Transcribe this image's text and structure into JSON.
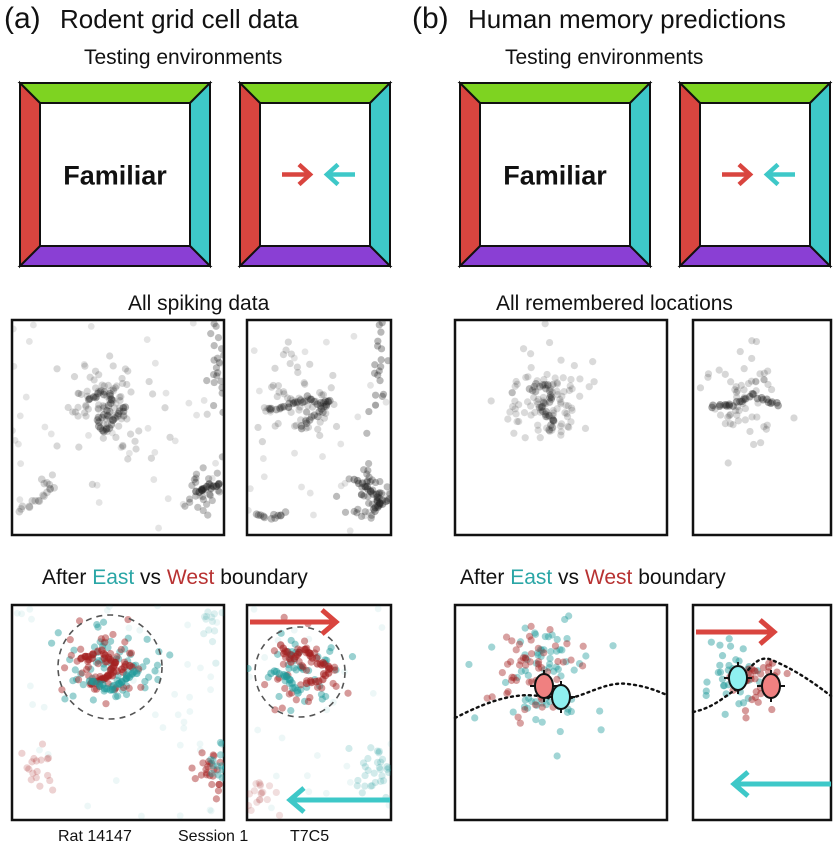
{
  "panels": {
    "a": {
      "letter": "(a)",
      "title": "Rodent grid cell data",
      "testing_label": "Testing environments",
      "env_label": "Familiar",
      "spiking_label": "All spiking data",
      "boundary_label": {
        "prefix": "After ",
        "east": "East",
        "vs": " vs ",
        "west": "West",
        "suffix": " boundary"
      },
      "caption": [
        "Rat 14147",
        "Session 1",
        "T7C5"
      ]
    },
    "b": {
      "letter": "(b)",
      "title": "Human memory predictions",
      "testing_label": "Testing environments",
      "env_label": "Familiar",
      "spiking_label": "All remembered locations",
      "boundary_label": {
        "prefix": "After ",
        "east": "East",
        "vs": " vs ",
        "west": "West",
        "suffix": " boundary"
      }
    }
  },
  "colors": {
    "north": "#7ed321",
    "east": "#3ec8c8",
    "south": "#8a3fd4",
    "west": "#d9453f",
    "east_dots": "#1f9a9a",
    "west_dots": "#a31f1f",
    "dark_dots": "#222222",
    "west_marker": "#f08080",
    "east_marker": "#8ff0f0"
  }
}
